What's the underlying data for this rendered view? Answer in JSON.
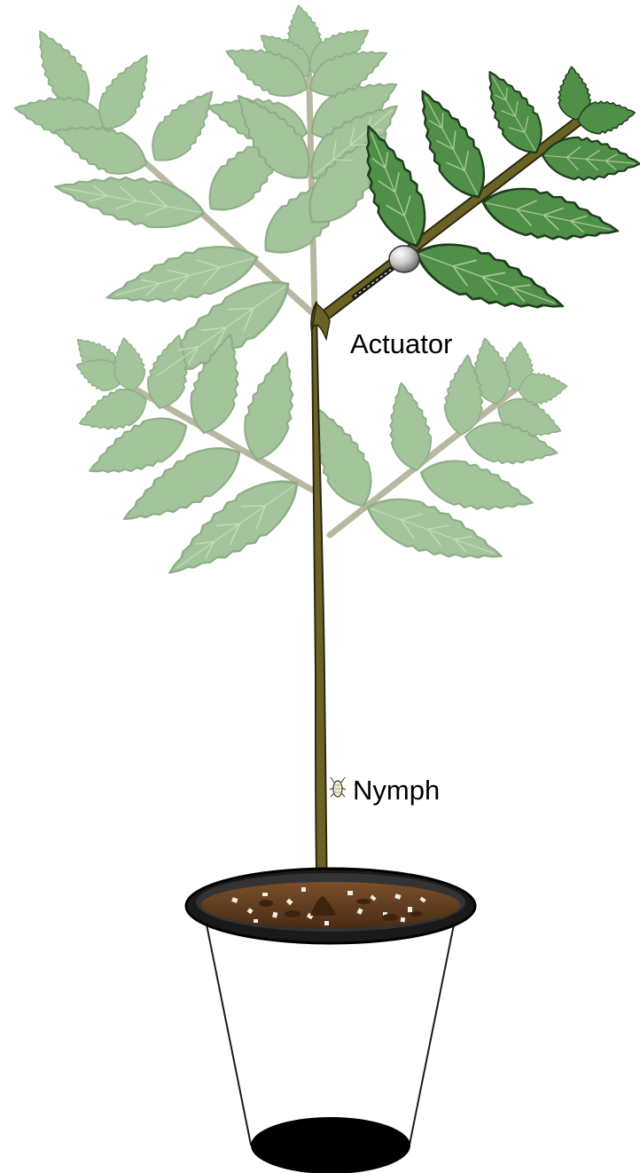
{
  "labels": {
    "actuator": "Actuator",
    "nymph": "Nymph"
  },
  "parts": {
    "plant_stem": "plant-stem",
    "treated_branch": "treated-branch-opaque-leaves",
    "background_branches": "untreated-branches-translucent-leaves",
    "actuator_device": "sphere-actuator-on-branch",
    "nymph_insect": "nymph-on-stem",
    "pot": "pot-with-soil",
    "pot_sleeve": "conical-transparent-sleeve",
    "base_disc": "black-base-disc"
  },
  "colors": {
    "leaf_faded_fill": "#a4c49b",
    "leaf_faded_stroke": "#8fae88",
    "leaf_bright_fill": "#4f8f47",
    "leaf_bright_stroke": "#1f3d1c",
    "stem_fill": "#6b6325",
    "stem_stroke": "#2c2810",
    "faded_stem": "#b8b8a0",
    "soil": "#5c3a1e",
    "pot_rim": "#1a1a1a",
    "actuator_sphere": "#c8c8c8"
  }
}
